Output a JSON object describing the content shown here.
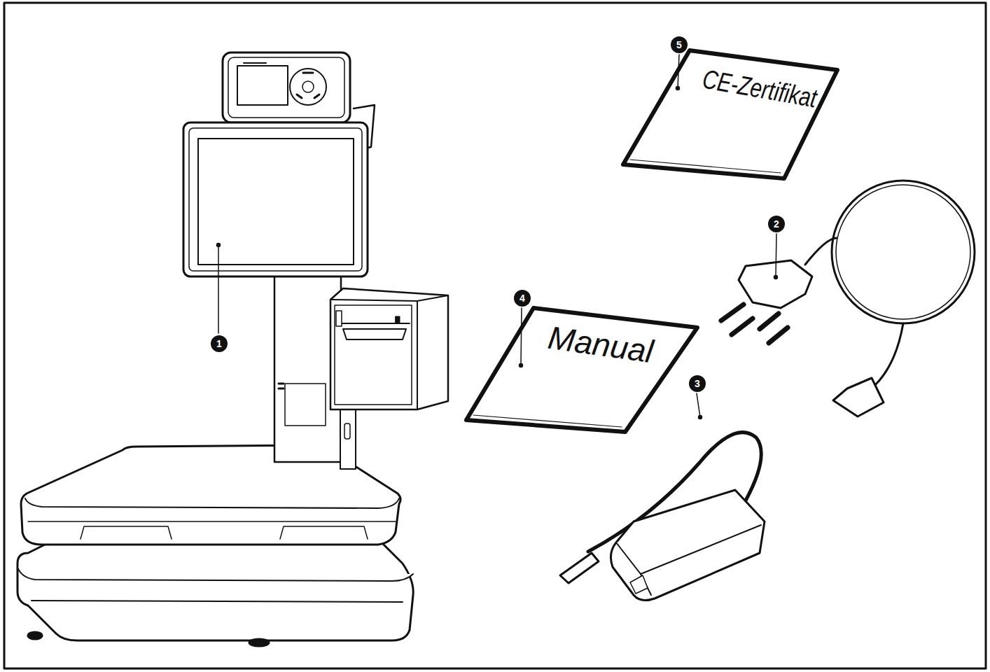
{
  "diagram": {
    "labels": [
      "1",
      "2",
      "3",
      "4",
      "5",
      "Manual",
      "CE-Zertifikat"
    ]
  }
}
